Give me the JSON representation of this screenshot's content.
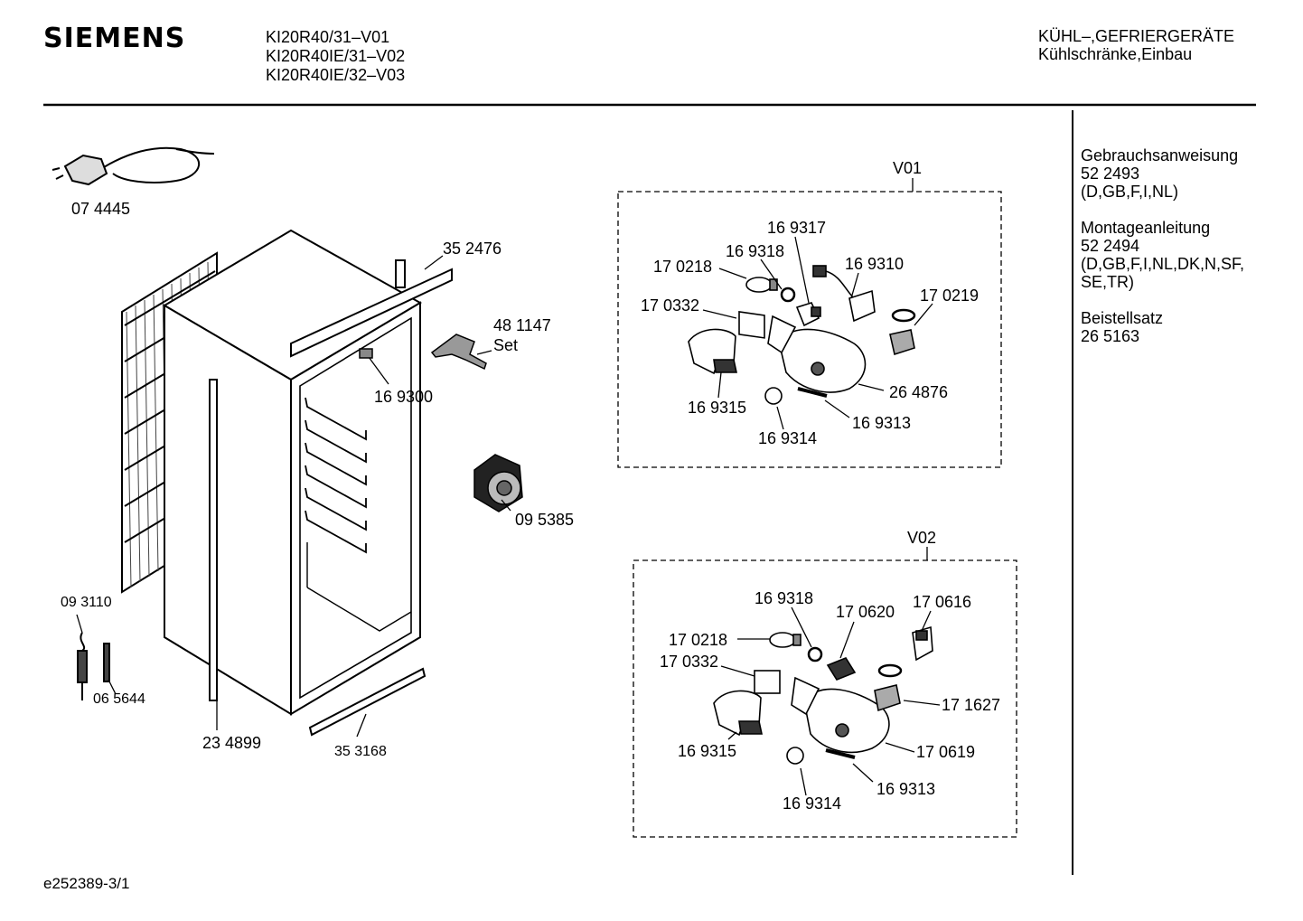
{
  "header": {
    "brand": "SIEMENS",
    "models": [
      "KI20R40/31–V01",
      "KI20R40IE/31–V02",
      "KI20R40IE/32–V03"
    ],
    "category_line1": "KÜHL–,GEFRIERGERÄTE",
    "category_line2": "Kühlschränke,Einbau"
  },
  "sidebar": {
    "sections": [
      {
        "lines": [
          "Gebrauchsanweisung",
          "52 2493",
          "(D,GB,F,I,NL)"
        ]
      },
      {
        "lines": [
          "Montageanleitung",
          "52 2494",
          "(D,GB,F,I,NL,DK,N,SF,",
          "SE,TR)"
        ]
      },
      {
        "lines": [
          "Beistellsatz",
          "26 5163"
        ]
      }
    ]
  },
  "main_parts": {
    "p074445": "07 4445",
    "p352476": "35 2476",
    "p481147": "48 1147",
    "p481147_set": "Set",
    "p169300": "16 9300",
    "p095385": "09 5385",
    "p093110": "09 3110",
    "p065644": "06 5644",
    "p234899": "23 4899",
    "p353168": "35 3168"
  },
  "v01": {
    "title": "V01",
    "p169317": "16 9317",
    "p169318": "16 9318",
    "p170218": "17 0218",
    "p169310": "16 9310",
    "p170219": "17 0219",
    "p170332": "17 0332",
    "p264876": "26 4876",
    "p169315": "16 9315",
    "p169313": "16 9313",
    "p169314": "16 9314"
  },
  "v02": {
    "title": "V02",
    "p169318": "16 9318",
    "p170620": "17 0620",
    "p170616": "17 0616",
    "p170218": "17 0218",
    "p170332": "17 0332",
    "p171627": "17 1627",
    "p169315": "16 9315",
    "p170619": "17 0619",
    "p169313": "16 9313",
    "p169314": "16 9314"
  },
  "footer": {
    "doc_id": "e252389-3/1"
  }
}
